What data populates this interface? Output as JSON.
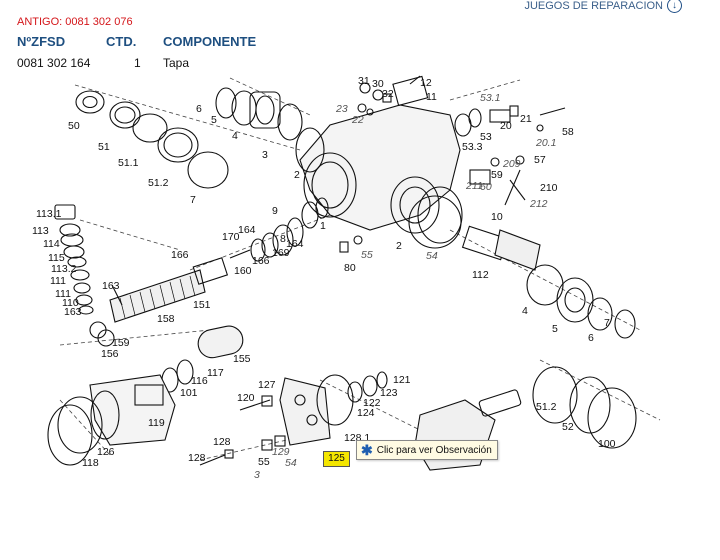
{
  "header": {
    "repair_kits_link": "JUEGOS DE REPARACION",
    "old_number": "ANTIGO: 0081 302 076"
  },
  "table": {
    "columns": [
      "NºZFSD",
      "CTD.",
      "COMPONENTE"
    ],
    "rows": [
      {
        "part_no": "0081 302 164",
        "qty": "1",
        "component": "Tapa"
      }
    ]
  },
  "diagram": {
    "labels": [
      "50",
      "51",
      "51.1",
      "51.2",
      "6",
      "5",
      "4",
      "3",
      "7",
      "2",
      "31",
      "30",
      "32",
      "23",
      "22",
      "12",
      "11",
      "53.1",
      "53",
      "53.3",
      "20",
      "21",
      "20.1",
      "58",
      "209",
      "57",
      "59",
      "60",
      "211",
      "210",
      "212",
      "10",
      "9",
      "8",
      "1",
      "2",
      "54",
      "55",
      "80",
      "112",
      "113.1",
      "113",
      "114",
      "115",
      "113.2",
      "111",
      "111",
      "110",
      "163",
      "166",
      "170",
      "164",
      "164",
      "169",
      "166",
      "160",
      "163",
      "151",
      "158",
      "159",
      "156",
      "155",
      "117",
      "116",
      "101",
      "119",
      "118",
      "126",
      "127",
      "120",
      "121",
      "123",
      "122",
      "124",
      "128.1",
      "128",
      "128",
      "55",
      "54",
      "129",
      "3",
      "4",
      "5",
      "6",
      "7",
      "51.2",
      "52",
      "100"
    ],
    "selected_part": "125",
    "tooltip": "Clic para ver Observación"
  },
  "colors": {
    "old_number": "#d4161a",
    "header": "#1e4f80",
    "badge": "#f4e600"
  }
}
